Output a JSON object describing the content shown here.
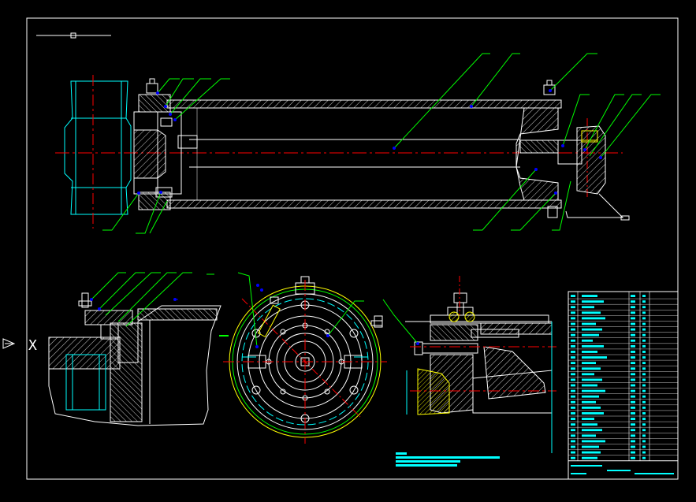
{
  "app": {
    "type": "CAD drawing viewport",
    "background": "#000000"
  },
  "colors": {
    "frame": "#ffffff",
    "outline": "#ffffff",
    "centerline": "#ff0000",
    "hidden": "#00ffff",
    "leader": "#00ff00",
    "dimension": "#00ffff",
    "marker": "#0000ff",
    "accent": "#ffff00"
  },
  "views": {
    "main": "drum-section",
    "detail_left": "bearing-seat-detail",
    "end_view": "flange-end-view",
    "detail_right": "coupling-detail",
    "parts_list": "title-block-table"
  },
  "ucs": {
    "icon": "ucs-axis-icon",
    "axis_label": "X"
  },
  "table": {
    "row_count": 30
  }
}
